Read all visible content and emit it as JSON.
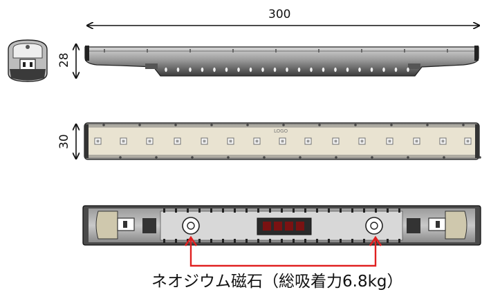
{
  "dimensions": {
    "length": "300",
    "height_side": "28",
    "height_top": "30"
  },
  "top_view": {
    "logo_text": "LOGO"
  },
  "caption": {
    "text": "ネオジウム磁石（総吸着力6.8kg）"
  },
  "colors": {
    "line": "#111111",
    "body_dark": "#3a3a3a",
    "body_mid": "#8a8a8a",
    "panel_beige": "#e9e3d1",
    "arrow_red": "#e02020"
  }
}
